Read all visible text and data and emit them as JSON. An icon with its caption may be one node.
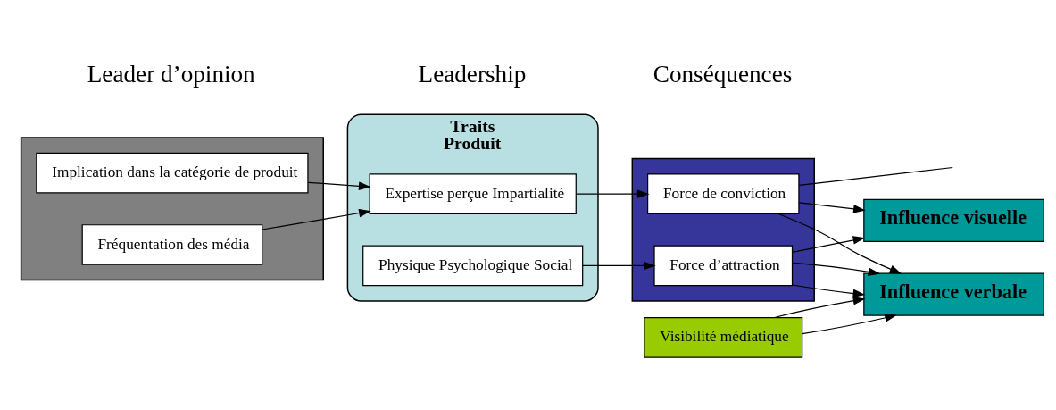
{
  "diagram": {
    "nodes": [
      {
        "text": [],
        "shape": "box"
      },
      {
        "text": [
          "Fréquentation des média"
        ],
        "in": 0
      },
      {
        "text": [
          "Implication dans la catégorie de produit"
        ],
        "in": 0
      },
      {
        "text": [
          "Traits",
          "Produit"
        ]
      },
      {
        "text": [
          "Physique Psychologique Social"
        ],
        "in": 3
      },
      {
        "text": [
          "Expertise perçue Impartialité"
        ],
        "in": 3
      },
      {
        "text": [],
        "shape": "box"
      },
      {
        "text": [
          "Force d’attraction"
        ],
        "in": 6
      },
      {
        "text": [
          "Force de conviction"
        ],
        "in": 6
      },
      {
        "text": [
          "Visibilité médiatique"
        ]
      },
      {
        "text": [
          "Influence visuelle"
        ]
      },
      {
        "text": [
          "Influence verbale"
        ]
      }
    ],
    "edges": [
      {
        "from": 1,
        "to": 5,
        "arrow": "to"
      },
      {
        "from": 2,
        "to": 5,
        "arrow": "to"
      },
      {
        "from": 4,
        "to": 7,
        "arrow": "to"
      },
      {
        "from": 5,
        "to": 8,
        "arrow": "to"
      },
      {
        "from": 7,
        "to": 10,
        "arrow": "to"
      },
      {
        "from": 8,
        "to": 10,
        "arrow": "to"
      },
      {
        "from": 7,
        "to": 11,
        "arrow": "to"
      },
      {
        "from": 8,
        "to": 11,
        "arrow": "to"
      },
      {
        "from": 7,
        "to": 11,
        "arrow": "to"
      },
      {
        "from": 9,
        "to": 11,
        "arrow": "to"
      },
      {
        "from": 9,
        "to": 11,
        "arrow": "to"
      },
      {
        "from": 8,
        "to": null,
        "arrow": "none"
      }
    ],
    "labels": [
      "Leader d’opinion",
      "Leadership",
      "Conséquences"
    ]
  }
}
